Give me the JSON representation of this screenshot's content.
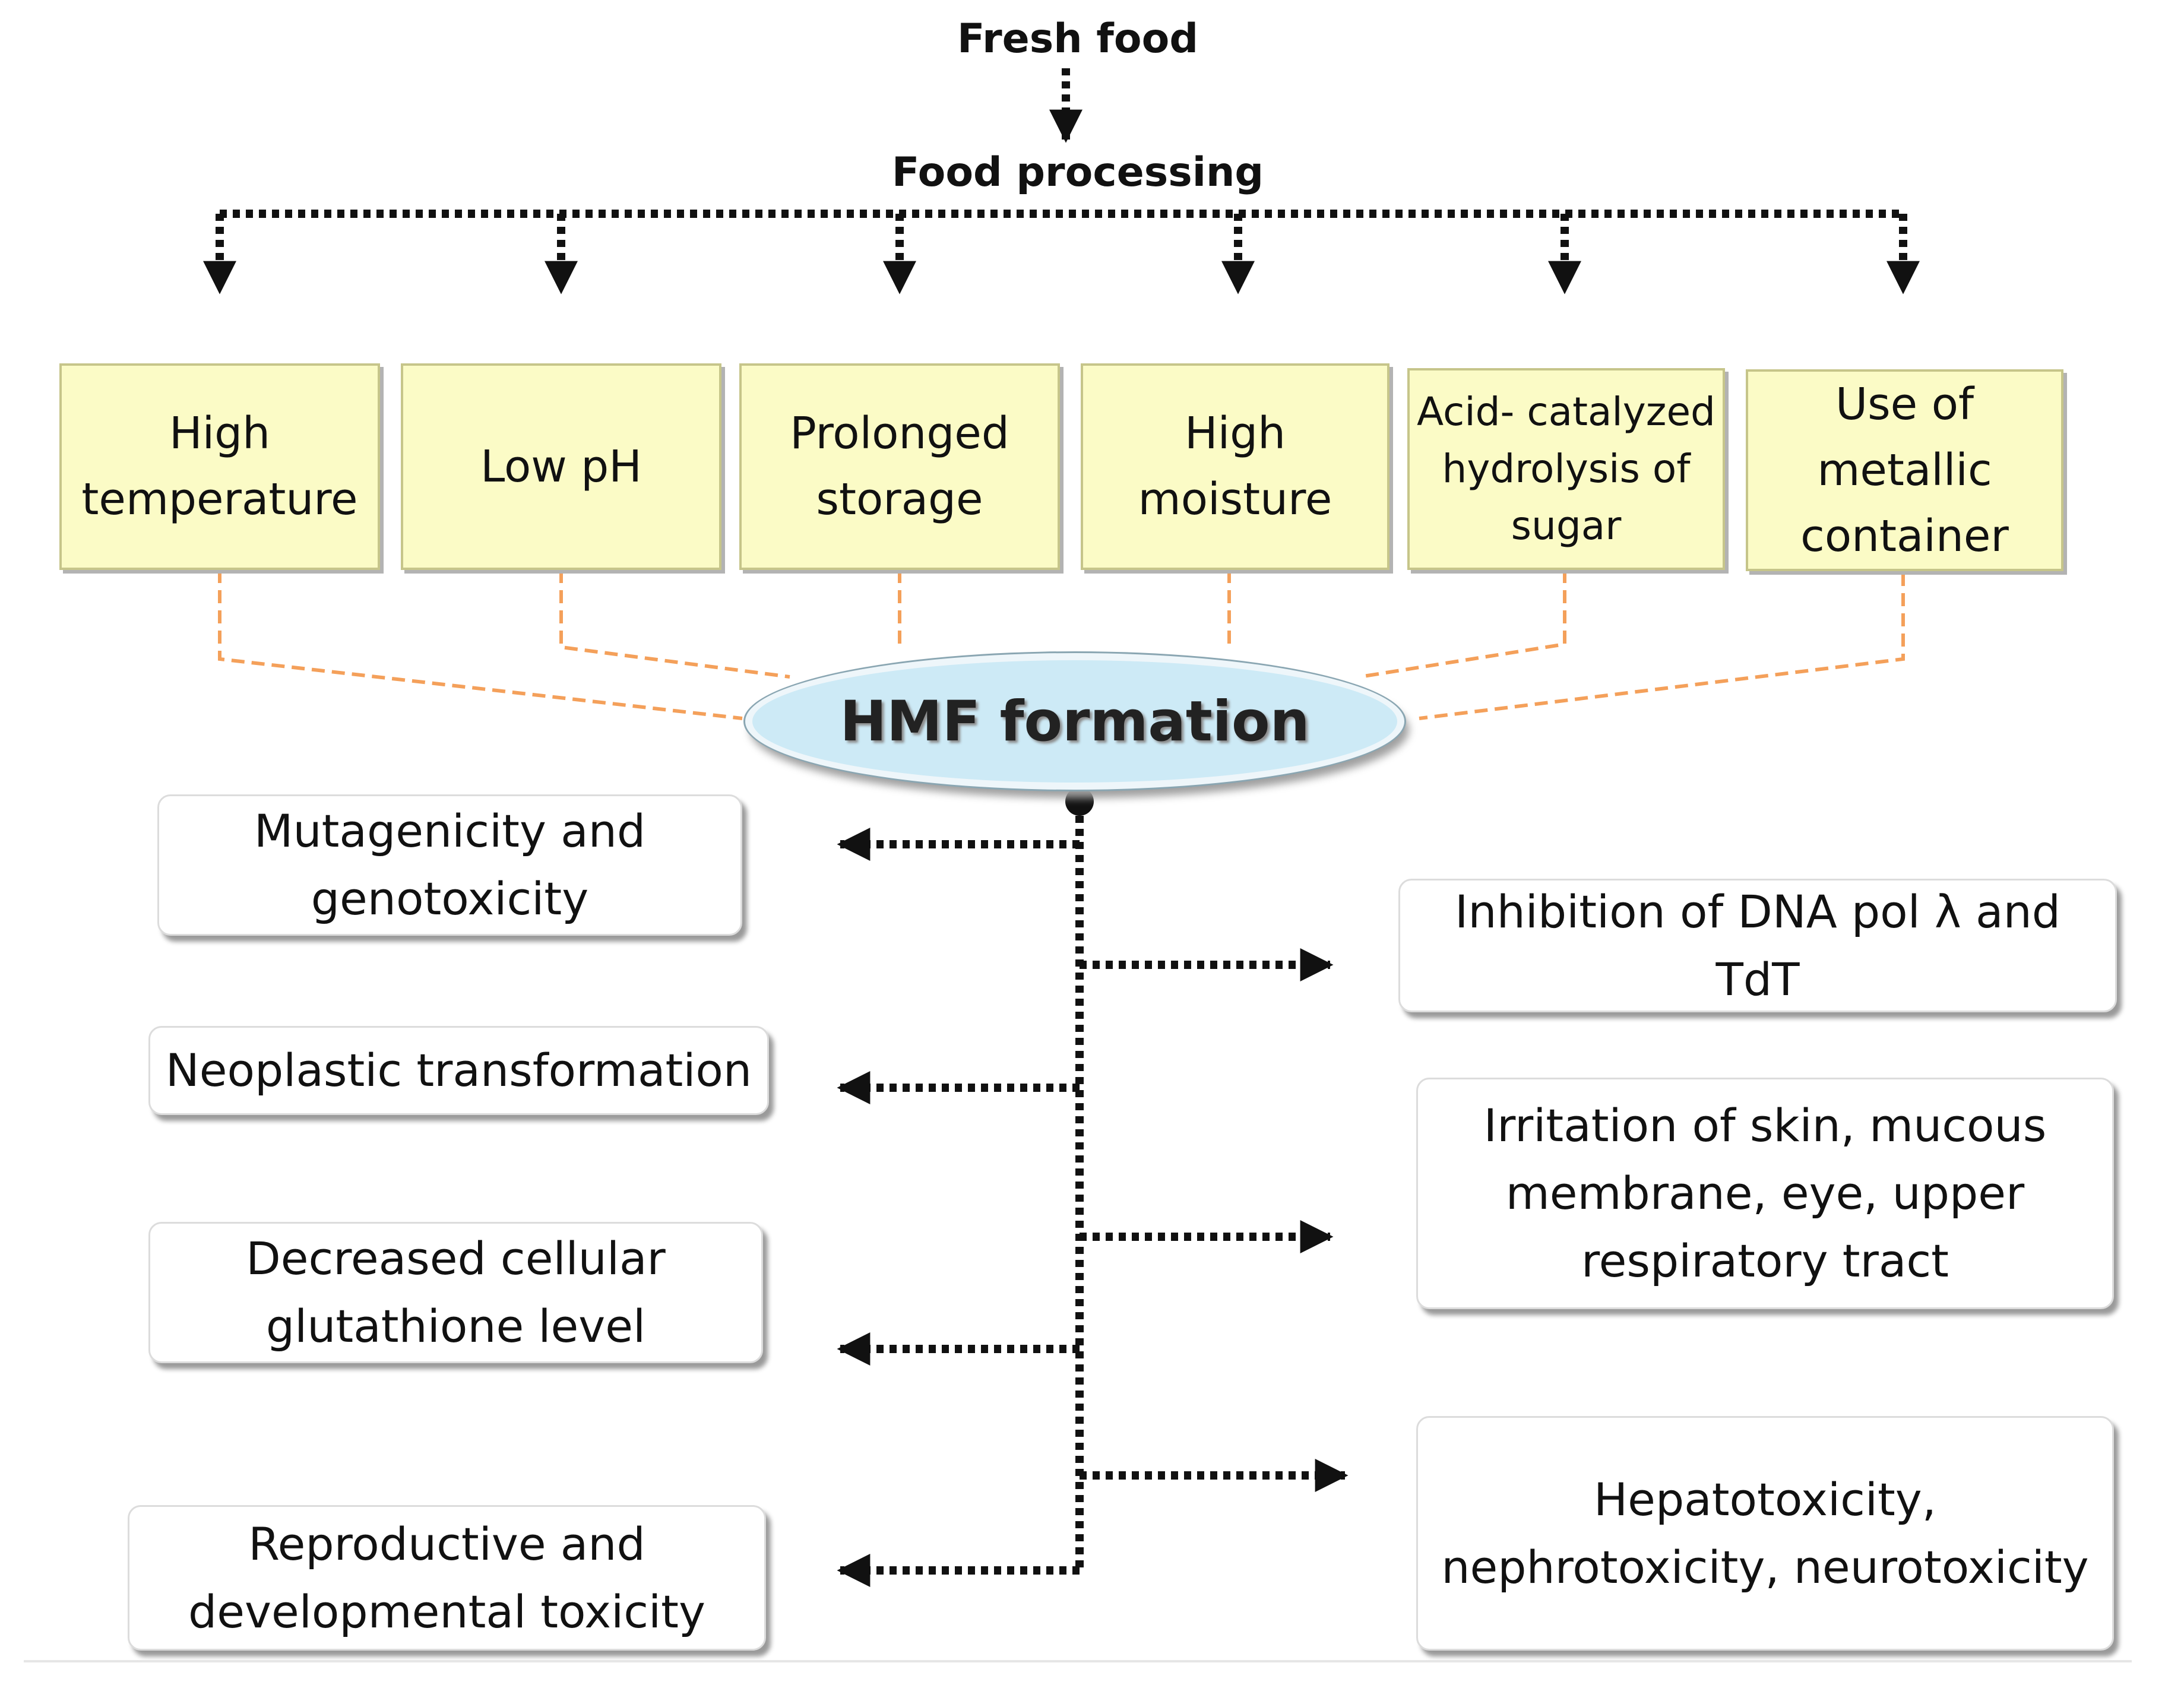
{
  "top": {
    "fresh_food": "Fresh food",
    "food_processing": "Food processing"
  },
  "factors": [
    {
      "label": "High\ntemperature"
    },
    {
      "label": "Low pH"
    },
    {
      "label": "Prolonged\nstorage"
    },
    {
      "label": "High\nmoisture"
    },
    {
      "label": "Acid- catalyzed\nhydrolysis of\nsugar"
    },
    {
      "label": "Use of\nmetallic\ncontainer"
    }
  ],
  "center": {
    "label": "HMF formation"
  },
  "effects_left": [
    {
      "label": "Mutagenicity and\ngenotoxicity"
    },
    {
      "label": "Neoplastic transformation"
    },
    {
      "label": "Decreased cellular\nglutathione level"
    },
    {
      "label": "Reproductive and\ndevelopmental toxicity"
    }
  ],
  "effects_right": [
    {
      "label": "Inhibition of DNA pol λ and\nTdT"
    },
    {
      "label": "Irritation of skin, mucous\nmembrane, eye, upper\nrespiratory tract"
    },
    {
      "label": "Hepatotoxicity,\nnephrotoxicity, neurotoxicity"
    }
  ],
  "colors": {
    "factor_fill": "#fbfbc6",
    "factor_border": "#c6c58a",
    "hmf_fill": "#cdeaf6",
    "connector_orange": "#f4a05a",
    "dotted_arrow": "#111111"
  }
}
